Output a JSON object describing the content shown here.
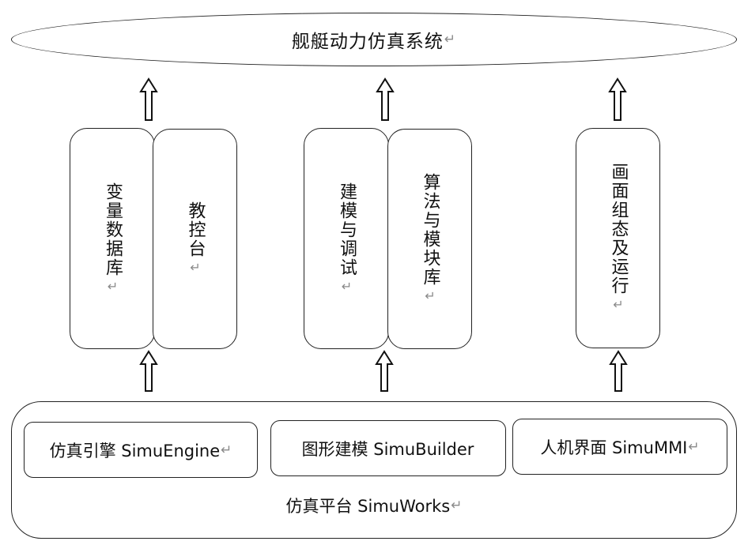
{
  "top": {
    "title": "舰艇动力仿真系统",
    "return_mark": "↵"
  },
  "modules": [
    {
      "group": "engine",
      "panels": [
        {
          "label": "变量数据库",
          "mark": "↵"
        },
        {
          "label": "教控台",
          "mark": "↵"
        }
      ]
    },
    {
      "group": "builder",
      "panels": [
        {
          "label": "建模与调试",
          "mark": "↵"
        },
        {
          "label": "算法与模块库",
          "mark": "↵"
        }
      ]
    },
    {
      "group": "mmi",
      "panels": [
        {
          "label": "画面组态及运行",
          "mark": "↵"
        }
      ]
    }
  ],
  "platform": {
    "label": "仿真平台 SimuWorks",
    "return_mark": "↵",
    "components": [
      {
        "label": "仿真引擎 SimuEngine",
        "mark": "↵"
      },
      {
        "label": "图形建模 SimuBuilder",
        "mark": ""
      },
      {
        "label": "人机界面 SimuMMI",
        "mark": "↵"
      }
    ]
  },
  "arrows": {
    "direction": "up",
    "style": "hollow-block-arrow"
  }
}
